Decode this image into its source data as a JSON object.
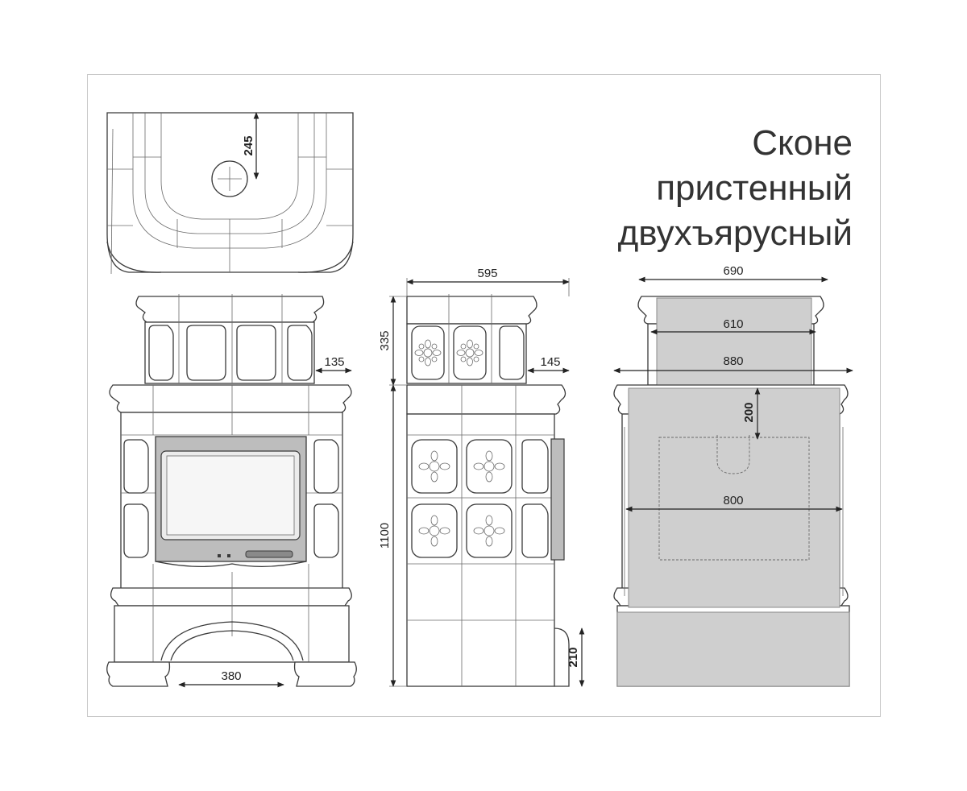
{
  "title": {
    "line1": "Сконе",
    "line2": "пристенный",
    "line3": "двухъярусный"
  },
  "dimensions": {
    "top_flue_offset": "245",
    "front_upper_side": "135",
    "front_base_arch": "380",
    "side_width": "595",
    "side_upper_height": "335",
    "side_lower_height": "1100",
    "side_upper_depth": "145",
    "side_base_height": "210",
    "rear_top_width": "690",
    "rear_inner_width": "610",
    "rear_middle_width": "880",
    "rear_flue_drop": "200",
    "rear_body_width": "800"
  },
  "colors": {
    "line": "#3a3a3a",
    "panel_gray": "#cfcfcf",
    "frame": "#c8c8c8"
  }
}
